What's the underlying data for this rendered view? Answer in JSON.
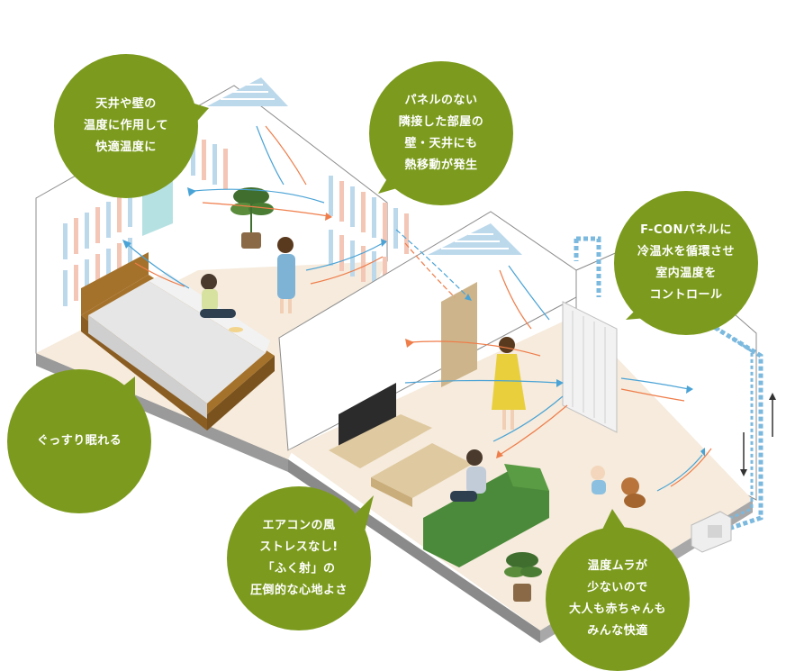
{
  "colors": {
    "bubble": "#7c9b1e",
    "floor": "#f6ebdc",
    "wall": "#ffffff",
    "outline": "#8c8c8c",
    "warm_stripe": "#f3c6b6",
    "cool_stripe": "#bcd9ec",
    "warm_arrow": "#ef7d4a",
    "cool_arrow": "#4aa3d6",
    "sofa": "#4b8a3a",
    "table": "#dfc9a0",
    "bed_frame": "#a5722b"
  },
  "callouts": [
    {
      "id": "ceiling-wall",
      "text": "天井や壁の\n温度に作用して\n快適温度に"
    },
    {
      "id": "adjacent-room",
      "text": "パネルのない\n隣接した部屋の\n壁・天井にも\n熱移動が発生"
    },
    {
      "id": "fcon-panel",
      "text": "F-CONパネルに\n冷温水を循環させ\n室内温度を\nコントロール"
    },
    {
      "id": "sleep",
      "text": "ぐっすり眠れる"
    },
    {
      "id": "no-draft",
      "text": "エアコンの風\nストレスなし!\n「ふく射」の\n圧倒的な心地よさ"
    },
    {
      "id": "even-temp",
      "text": "温度ムラが\n少ないので\n大人も赤ちゃんも\nみんな快適"
    }
  ]
}
